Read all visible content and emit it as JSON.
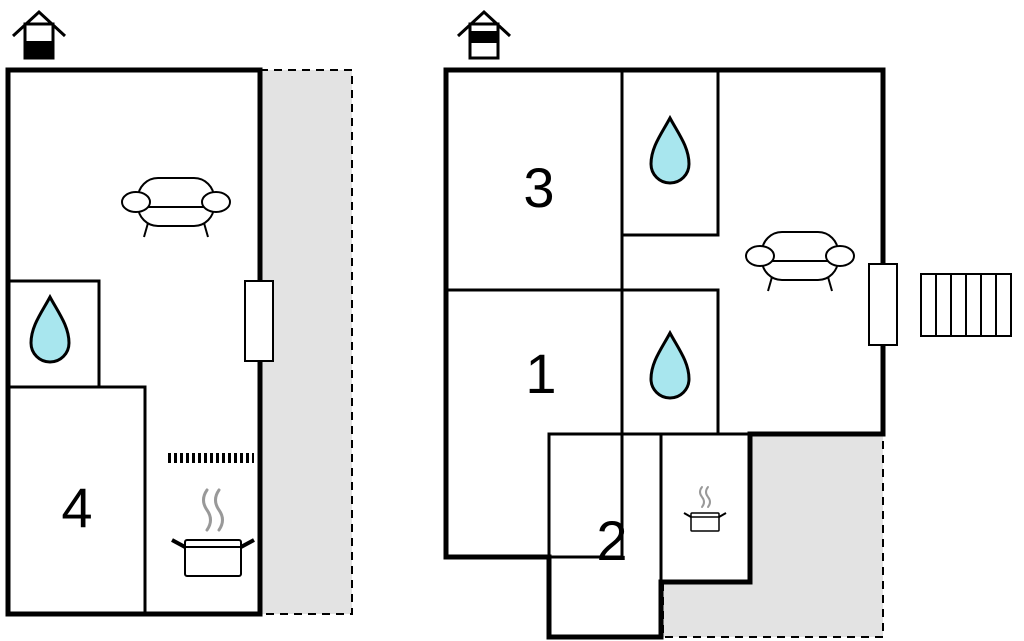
{
  "floors": [
    {
      "id": "left",
      "icon": "house-lower-floor-icon",
      "rooms": [
        {
          "label": "4"
        }
      ]
    },
    {
      "id": "right",
      "icon": "house-upper-floor-icon",
      "rooms": [
        {
          "label": "3"
        },
        {
          "label": "1"
        },
        {
          "label": "2"
        }
      ]
    }
  ],
  "icons": [
    "house-floor-icon",
    "sofa-icon",
    "water-drop-icon",
    "cooking-pot-icon",
    "window-icon",
    "stairs-icon",
    "radiator-icon"
  ],
  "colors": {
    "terrace_fill": "#e3e3e3",
    "water_drop": "#a8e6ee",
    "wall": "#000000",
    "steam": "#999999"
  }
}
